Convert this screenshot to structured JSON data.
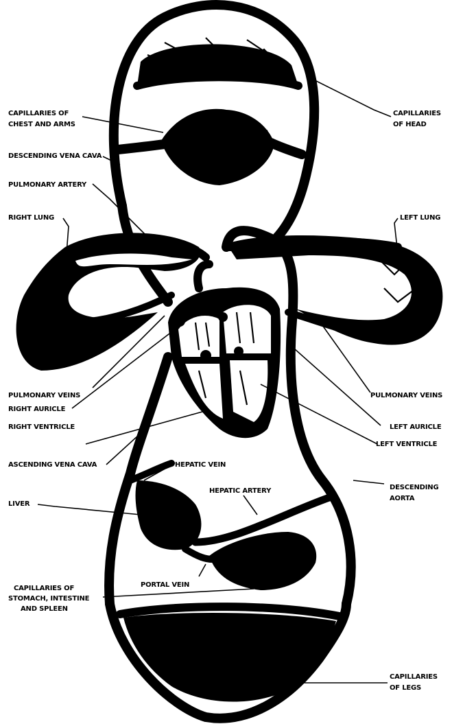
{
  "labels": {
    "capillaries_chest_arms_1": "CAPILLARIES OF",
    "capillaries_chest_arms_2": "CHEST AND ARMS",
    "descending_vena_cava": "DESCENDING VENA CAVA",
    "pulmonary_artery": "PULMONARY ARTERY",
    "right_lung": "RIGHT LUNG",
    "left_lung": "LEFT LUNG",
    "capillaries_head_1": "CAPILLARIES",
    "capillaries_head_2": "OF HEAD",
    "pulmonary_veins_left_side": "PULMONARY VEINS",
    "pulmonary_veins_right_side": "PULMONARY VEINS",
    "right_auricle": "RIGHT AURICLE",
    "right_ventricle": "RIGHT VENTRICLE",
    "ascending_vena_cava": "ASCENDING VENA CAVA",
    "left_auricle": "LEFT AURICLE",
    "left_ventricle": "LEFT VENTRICLE",
    "hepatic_vein": "HEPATIC VEIN",
    "hepatic_artery": "HEPATIC ARTERY",
    "descending_aorta_1": "DESCENDING",
    "descending_aorta_2": "AORTA",
    "liver": "LIVER",
    "portal_vein": "PORTAL VEIN",
    "capillaries_stomach_1": "CAPILLARIES OF",
    "capillaries_stomach_2": "STOMACH, INTESTINE",
    "capillaries_stomach_3": "AND SPLEEN",
    "capillaries_legs_1": "CAPILLARIES",
    "capillaries_legs_2": "OF LEGS"
  }
}
